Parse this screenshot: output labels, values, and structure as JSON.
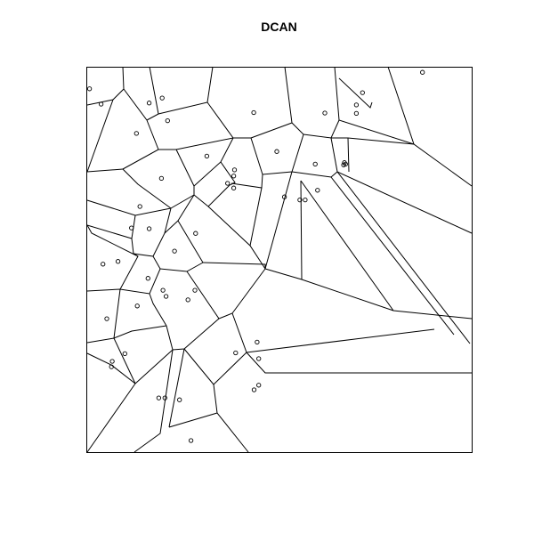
{
  "title": "DCAN",
  "chart_data": {
    "type": "voronoi",
    "title": "DCAN",
    "xlabel": "",
    "ylabel": "",
    "xlim": [
      0,
      1
    ],
    "ylim": [
      0,
      1
    ],
    "axes_shown": false,
    "grid": false,
    "points": [
      [
        0.006,
        0.945
      ],
      [
        0.036,
        0.905
      ],
      [
        0.161,
        0.908
      ],
      [
        0.195,
        0.921
      ],
      [
        0.209,
        0.862
      ],
      [
        0.128,
        0.829
      ],
      [
        0.433,
        0.883
      ],
      [
        0.618,
        0.882
      ],
      [
        0.716,
        0.935
      ],
      [
        0.7,
        0.903
      ],
      [
        0.7,
        0.881
      ],
      [
        0.872,
        0.988
      ],
      [
        0.311,
        0.77
      ],
      [
        0.493,
        0.782
      ],
      [
        0.593,
        0.749
      ],
      [
        0.669,
        0.753
      ],
      [
        0.667,
        0.747
      ],
      [
        0.672,
        0.749
      ],
      [
        0.193,
        0.712
      ],
      [
        0.383,
        0.734
      ],
      [
        0.381,
        0.718
      ],
      [
        0.365,
        0.699
      ],
      [
        0.381,
        0.687
      ],
      [
        0.513,
        0.664
      ],
      [
        0.553,
        0.656
      ],
      [
        0.567,
        0.656
      ],
      [
        0.599,
        0.681
      ],
      [
        0.137,
        0.639
      ],
      [
        0.115,
        0.583
      ],
      [
        0.161,
        0.581
      ],
      [
        0.282,
        0.569
      ],
      [
        0.08,
        0.496
      ],
      [
        0.227,
        0.523
      ],
      [
        0.041,
        0.489
      ],
      [
        0.158,
        0.452
      ],
      [
        0.197,
        0.421
      ],
      [
        0.28,
        0.421
      ],
      [
        0.205,
        0.405
      ],
      [
        0.262,
        0.396
      ],
      [
        0.13,
        0.38
      ],
      [
        0.051,
        0.347
      ],
      [
        0.442,
        0.286
      ],
      [
        0.098,
        0.256
      ],
      [
        0.386,
        0.258
      ],
      [
        0.446,
        0.243
      ],
      [
        0.065,
        0.236
      ],
      [
        0.063,
        0.222
      ],
      [
        0.446,
        0.174
      ],
      [
        0.434,
        0.162
      ],
      [
        0.186,
        0.141
      ],
      [
        0.202,
        0.141
      ],
      [
        0.24,
        0.136
      ],
      [
        0.27,
        0.03
      ]
    ]
  }
}
